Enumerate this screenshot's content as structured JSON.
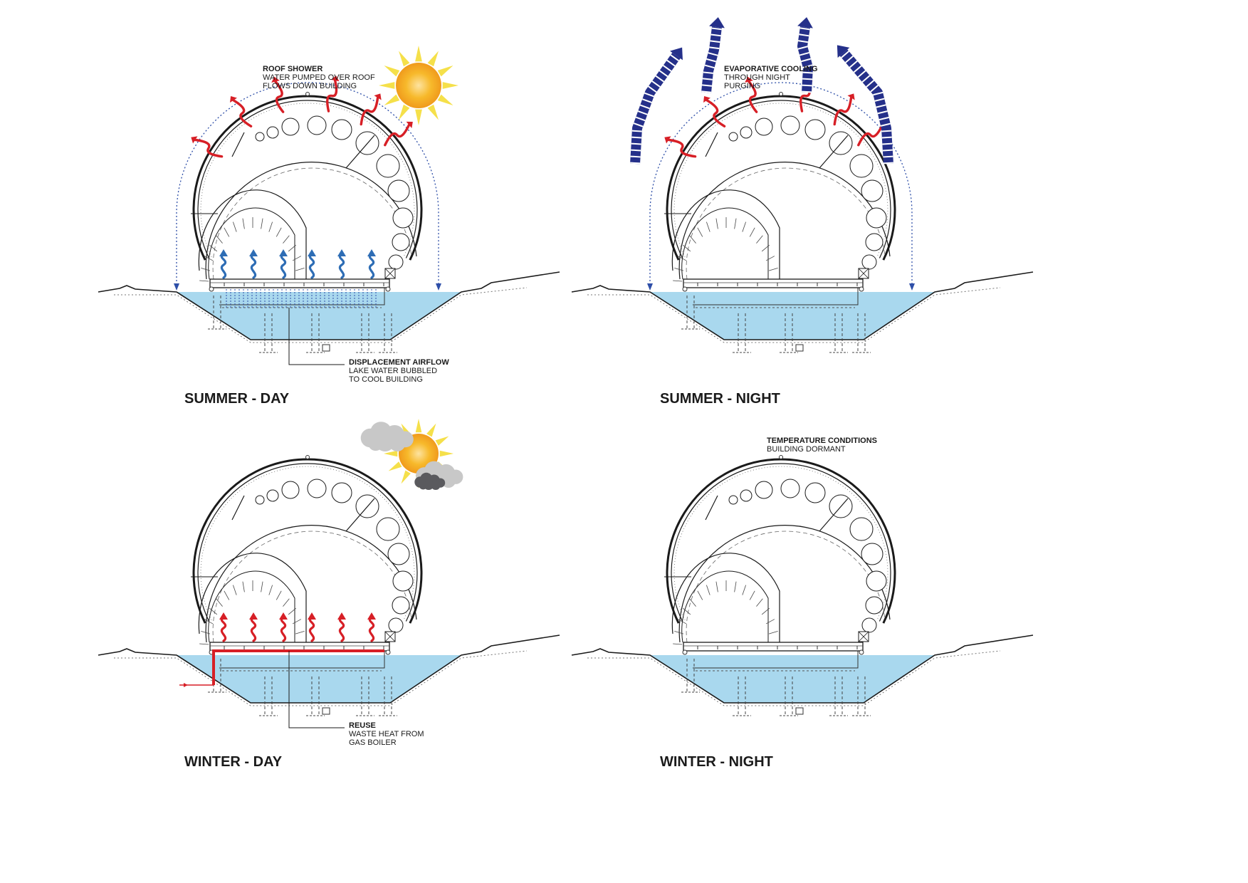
{
  "colors": {
    "water": "#a9d8ee",
    "heat_arrow": "#d71f26",
    "cool_arrow": "#2e6db5",
    "night_arrow": "#25308a",
    "sun": "#f6c21b",
    "cloud_light": "#c8c8c8",
    "cloud_dark": "#5a5a5e",
    "line": "#1a1a1a"
  },
  "panels": [
    {
      "title": "SUMMER - DAY",
      "annotations": [
        {
          "heading": "ROOF SHOWER",
          "lines": [
            "WATER PUMPED OVER ROOF",
            "FLOWS DOWN BUILDING"
          ]
        },
        {
          "heading": "DISPLACEMENT AIRFLOW",
          "lines": [
            "LAKE WATER BUBBLED",
            "TO COOL BUILDING"
          ]
        }
      ],
      "weather": "sun-icon",
      "flows": [
        "roof-heat-escape",
        "roof-shower",
        "displacement-cooling"
      ]
    },
    {
      "title": "SUMMER - NIGHT",
      "annotations": [
        {
          "heading": "EVAPORATIVE COOLING",
          "lines": [
            "THROUGH NIGHT",
            "PURGING"
          ]
        }
      ],
      "weather": "none",
      "flows": [
        "roof-heat-escape",
        "roof-shower",
        "night-purge"
      ]
    },
    {
      "title": "WINTER - DAY",
      "annotations": [
        {
          "heading": "REUSE",
          "lines": [
            "WASTE HEAT FROM",
            "GAS BOILER"
          ]
        }
      ],
      "weather": "sun-cloud-icon",
      "flows": [
        "floor-heat-rise",
        "boiler-pipe"
      ]
    },
    {
      "title": "WINTER - NIGHT",
      "annotations": [
        {
          "heading": "TEMPERATURE CONDITIONS",
          "lines": [
            "BUILDING DORMANT"
          ]
        }
      ],
      "weather": "none",
      "flows": []
    }
  ]
}
